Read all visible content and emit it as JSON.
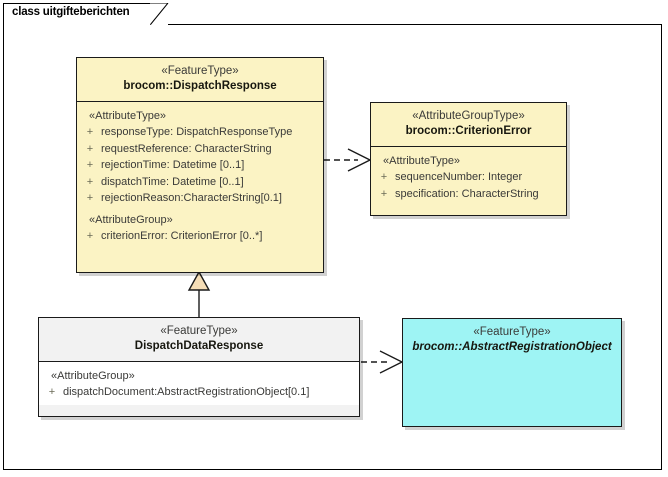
{
  "diagram": {
    "frame_label": "class uitgifteberichten",
    "colors": {
      "feature_type_fill": "#fbf3c4",
      "attribute_group_type_fill": "#fbf3c4",
      "plain_class_fill": "#f2f2f2",
      "abstract_class_fill": "#9ef4f4",
      "border": "#1a1a1a",
      "generalization_fill": "#f5ddb6"
    }
  },
  "classes": {
    "dispatch_response": {
      "stereotype": "«FeatureType»",
      "name": "brocom::DispatchResponse",
      "compartments": [
        {
          "label": "«AttributeType»",
          "attributes": [
            {
              "visibility": "+",
              "text": "responseType: DispatchResponseType"
            },
            {
              "visibility": "+",
              "text": "requestReference: CharacterString"
            },
            {
              "visibility": "+",
              "text": "rejectionTime: Datetime [0..1]"
            },
            {
              "visibility": "+",
              "text": "dispatchTime: Datetime [0..1]"
            },
            {
              "visibility": "+",
              "text": "rejectionReason:CharacterString[0.1]"
            }
          ]
        },
        {
          "label": "«AttributeGroup»",
          "attributes": [
            {
              "visibility": "+",
              "text": "criterionError: CriterionError [0..*]"
            }
          ]
        }
      ]
    },
    "criterion_error": {
      "stereotype": "«AttributeGroupType»",
      "name": "brocom::CriterionError",
      "compartments": [
        {
          "label": "«AttributeType»",
          "attributes": [
            {
              "visibility": "+",
              "text": "sequenceNumber: Integer"
            },
            {
              "visibility": "+",
              "text": "specification: CharacterString"
            }
          ]
        }
      ]
    },
    "dispatch_data_response": {
      "stereotype": "«FeatureType»",
      "name": "DispatchDataResponse",
      "compartments": [
        {
          "label": "«AttributeGroup»",
          "attributes": [
            {
              "visibility": "+",
              "text": "dispatchDocument:AbstractRegistrationObject[0.1]"
            }
          ]
        }
      ]
    },
    "abstract_registration_object": {
      "stereotype": "«FeatureType»",
      "name": "brocom::AbstractRegistrationObject",
      "compartments": []
    }
  },
  "connectors": [
    {
      "id": "dispatchresponse-to-criterionerror",
      "kind": "dependency",
      "style": "dashed-open-arrow",
      "from": "dispatch_response",
      "to": "criterion_error"
    },
    {
      "id": "dispatchdataresponse-to-dispatchresponse",
      "kind": "generalization",
      "style": "solid-hollow-triangle",
      "from": "dispatch_data_response",
      "to": "dispatch_response"
    },
    {
      "id": "dispatchdataresponse-to-abstractregistrationobject",
      "kind": "dependency",
      "style": "dashed-open-arrow",
      "from": "dispatch_data_response",
      "to": "abstract_registration_object"
    }
  ]
}
